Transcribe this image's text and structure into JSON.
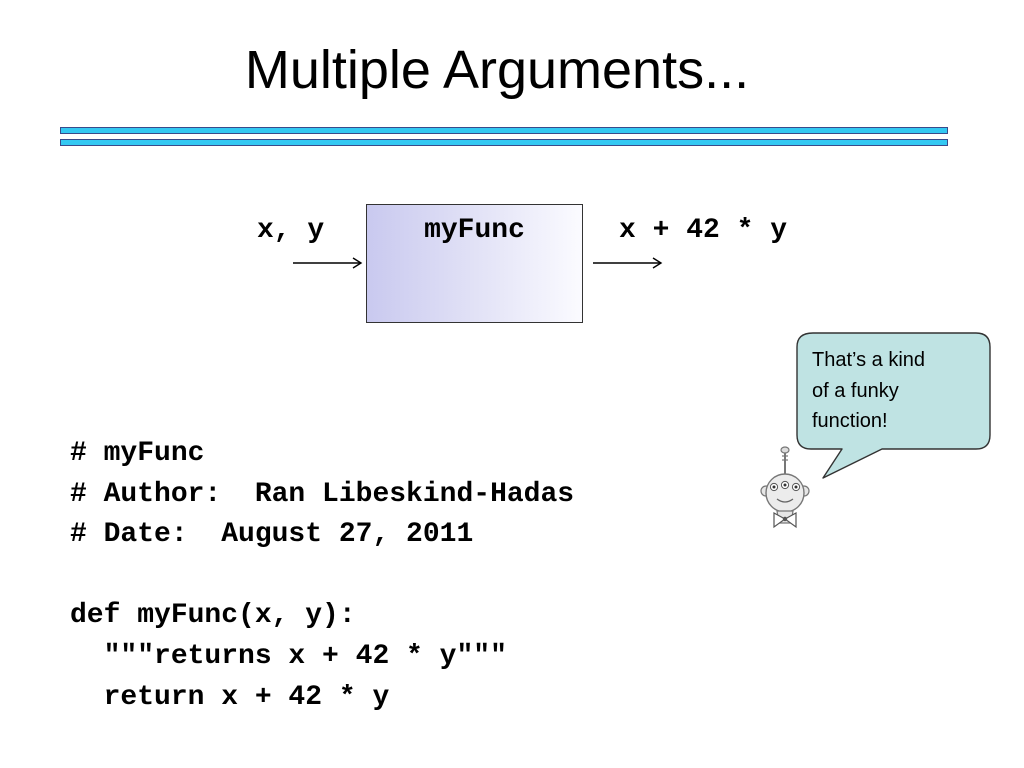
{
  "slide": {
    "title": "Multiple Arguments..."
  },
  "colors": {
    "title_bar_fill": "#33c8f2",
    "title_bar_border": "#3a4a8a",
    "function_box_fill": "#dcdcf5",
    "speech_bubble_fill": "#bfe3e3"
  },
  "diagram": {
    "input_label": "x, y",
    "function_name": "myFunc",
    "output_label": "x + 42 * y"
  },
  "code": {
    "lines": [
      "# myFunc",
      "# Author:  Ran Libeskind-Hadas",
      "# Date:  August 27, 2011",
      "",
      "def myFunc(x, y):",
      "  \"\"\"returns x + 42 * y\"\"\"",
      "  return x + 42 * y"
    ]
  },
  "speech_bubble": {
    "lines": [
      "That’s a kind",
      "of a funky",
      "function!"
    ]
  },
  "icons": {
    "arrow": "right-arrow-icon",
    "character": "alien-icon"
  }
}
